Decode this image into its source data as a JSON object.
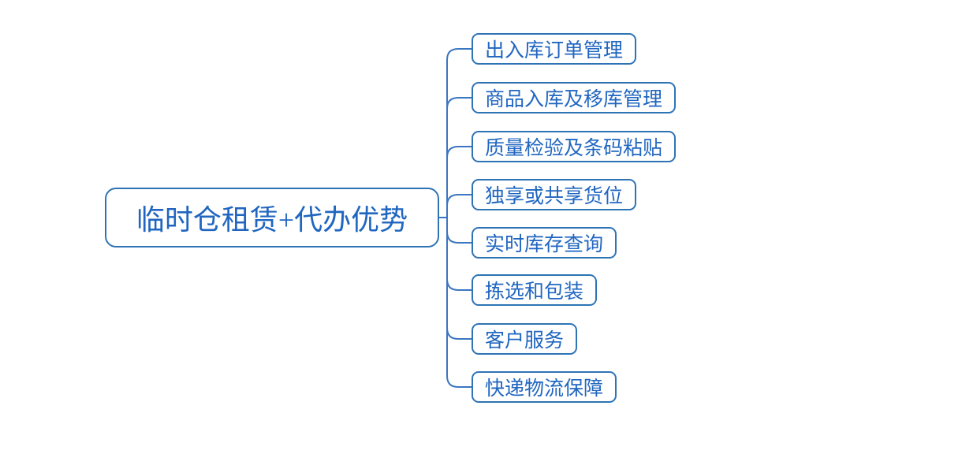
{
  "diagram": {
    "central": {
      "label": "临时仓租赁+代办优势"
    },
    "branches": [
      {
        "label": "出入库订单管理"
      },
      {
        "label": "商品入库及移库管理"
      },
      {
        "label": "质量检验及条码粘贴"
      },
      {
        "label": "独享或共享货位"
      },
      {
        "label": "实时库存查询"
      },
      {
        "label": "拣选和包装"
      },
      {
        "label": "客户服务"
      },
      {
        "label": "快递物流保障"
      }
    ],
    "colors": {
      "node_border": "#2E74B5",
      "node_text": "#2066C0",
      "connector": "#3B76C0",
      "background": "#FFFFFF"
    }
  }
}
